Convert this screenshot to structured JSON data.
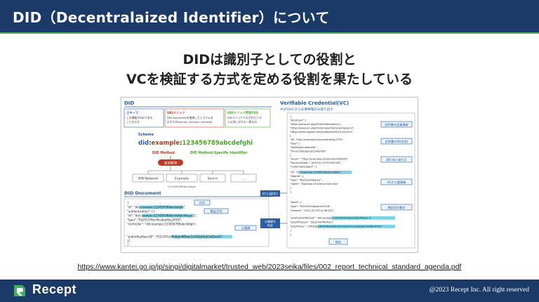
{
  "title": "DID（Decentralaized Identifier）について",
  "subtitle_line1": "DIDは識別子としての役割と",
  "subtitle_line2": "VCを検証する方式を定める役割を果たしている",
  "figure": {
    "did_panel_title": "DID",
    "schema_box": {
      "title": "スキーマ",
      "line1": "この情報がDIDである",
      "line2": "ことを示す"
    },
    "method_box": {
      "title": "DIDメソッド",
      "line1": "DID Documentを格納したシステムを",
      "line2": "示すもの(did:ion, did:sov, did:web)"
    },
    "specific_box": {
      "title": "DIDメソッド特有のID",
      "line1": "DIDメソッドで示されたシス",
      "line2": "テム内における一意なID"
    },
    "scheme_label": "Scheme",
    "did_prefix": "did",
    "did_colon1": ":",
    "did_method": "example",
    "did_colon2": ":",
    "did_specific": "123456789abcdefghi",
    "did_method_label": "DID Method",
    "did_specific_label": "DID Method-Specific Identifier",
    "resolve_label": "名前解決",
    "networks": [
      "ION Network",
      "Example",
      "Sovrin",
      "..."
    ],
    "resolve_id": "123456789abcdefghi",
    "did_document_title": "DID Document",
    "doc_lines": [
      "{",
      "  \"id\": \"did:example:123456789abcdefghi\",",
      "  \"authentication\": [{",
      "    \"id\": \"did:example:123456789abcdefghi#keys-1\",",
      "    \"type\": \"Ed25519VerificationKey2018\",",
      "    \"controller\": \"did:example:123456789abcdefghi\",",
      "    \"publicKeyBase58\": \"H3C2AVvLMv6gmMNam3uVAjZpfkcJCwDwnZn\"",
      "  }]",
      "}"
    ],
    "tag_did": "DID",
    "tag_verify_method": "検証方式",
    "tag_public_key": "公開鍵",
    "vc_link_label": "VCと紐付け",
    "key_specify_label1": "公開鍵を",
    "key_specify_label2": "特定",
    "vc_title": "Verifiable Credential(VC)",
    "vc_subtitle": "※VPはVCから必要情報のみ取り出す",
    "vc_lines": [
      "{",
      "  \"@context\": [",
      "    \"https://www.w3.org/2018/credentials/v1\",",
      "    \"https://www.w3.org/2018/credentials/examples/v1\",",
      "    \"https://w3id.org/security/suites/ed25519-2020/v1\"",
      "  ],",
      "  \"id\": \"http://example.edu/credentials/3732\",",
      "  \"type\": [",
      "    \"VerifiableCredential\",",
      "    \"UniversityDegreeCredential\"",
      "  ],",
      "  \"issuer\": \"https://example.edu/issuers/565049\",",
      "  \"issuanceDate\": \"2010-01-01T00:00:00Z\",",
      "  \"credentialSubject\": {",
      "    \"id\": \"did:example:123456789abcdefghi\",",
      "    \"degree\": {",
      "      \"type\": \"BachelorDegree\",",
      "      \"name\": \"Bachelor of Science and Arts\"",
      "    }",
      "  },",
      "  \"proof\": {",
      "    \"type\": \"Ed25519Signature2018\",",
      "    \"created\": \"2022-02-25T14:58:42Z\",",
      "    \"verificationMethod\": \"did:example:123456789abcdefghi#keys-1\",",
      "    \"proofPurpose\": \"assertionMethod\",",
      "    \"proofValue\": \"z3FXQjecWufY46yg5abdVZsXqLhxhueuSoZgH1kaMBrwmVs\"",
      "  }",
      "}"
    ],
    "vc_tags": [
      "証明書の定義情報",
      "証明書のID(名前)",
      "発行体と発行日",
      "VCの主要情報",
      "検証用の署名"
    ],
    "vc_bottom_tag": "検証"
  },
  "reference_url": "https://www.kantei.go.jp/jp/singi/digitalmarket/trusted_web/2023seika/files/002_report_technical_standard_agenda.pdf",
  "footer": {
    "brand": "Recept",
    "copyright": "@2023 Recept Inc. All right reserved"
  },
  "colors": {
    "navy": "#1b3a67",
    "green": "#3fae62",
    "did_blue": "#2b5d9f",
    "method_red": "#c0392b",
    "specific_green": "#4aa52e",
    "highlight_cyan": "#7fd3e8"
  }
}
